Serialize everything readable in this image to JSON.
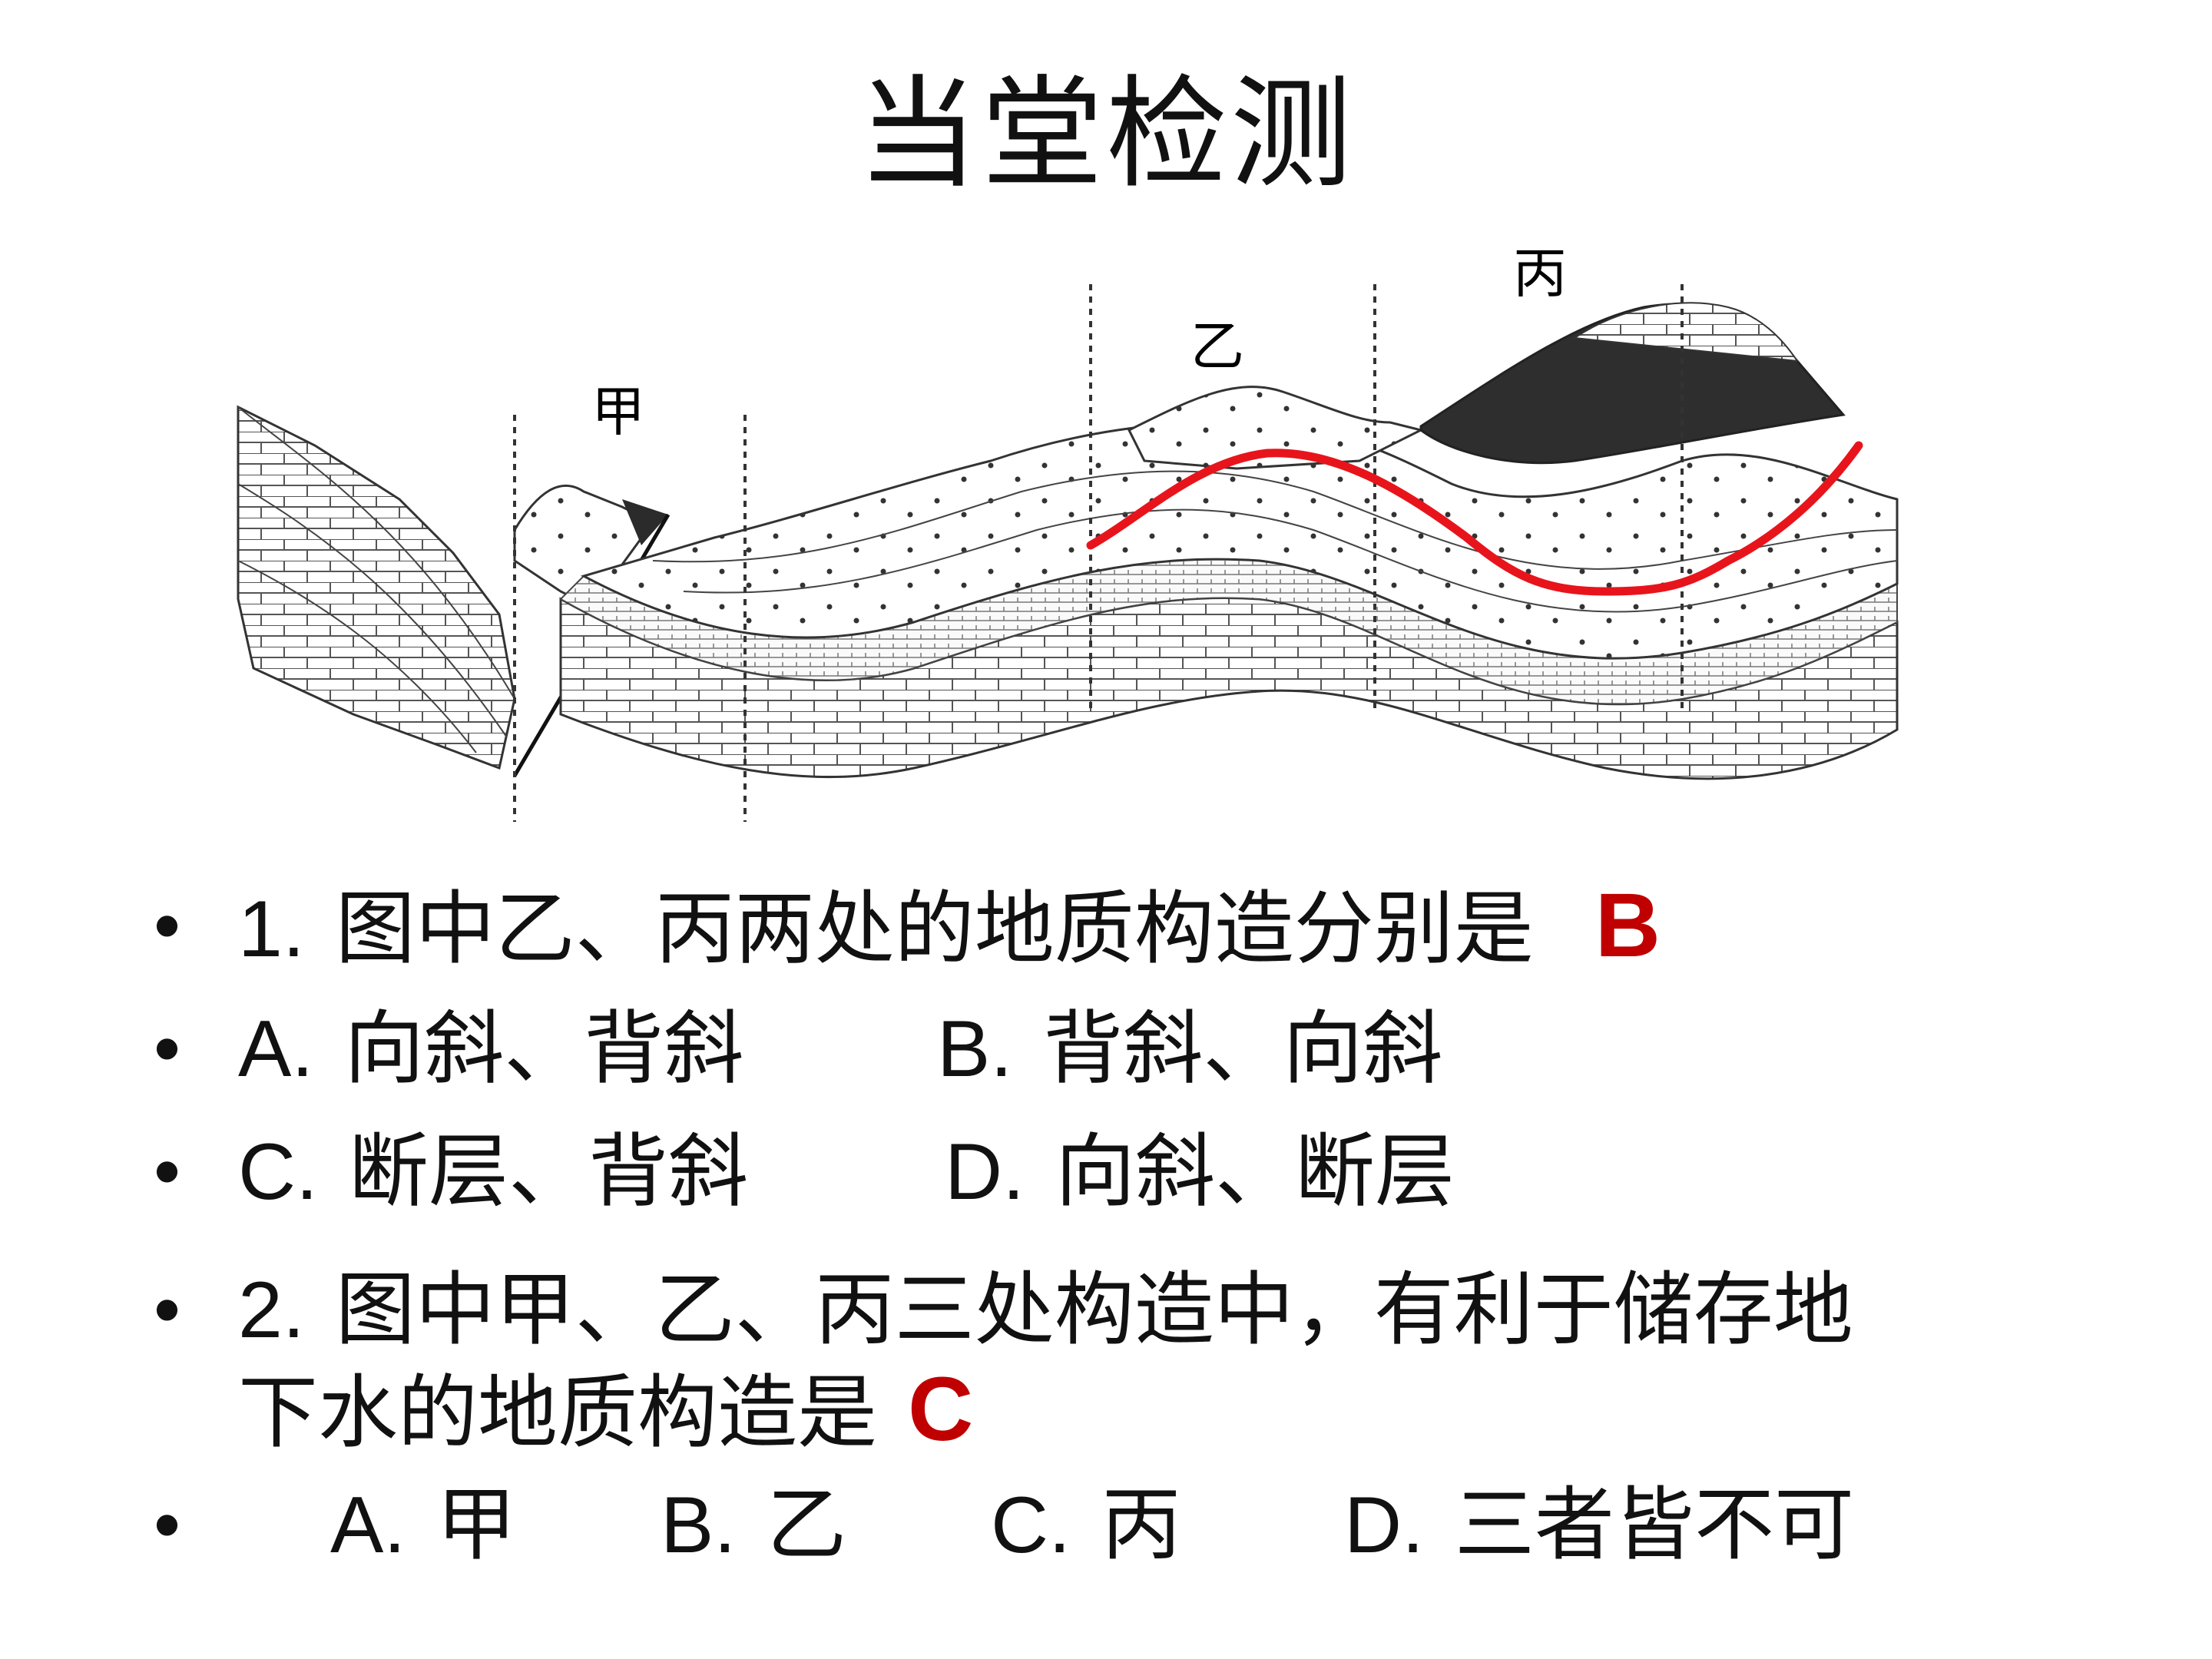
{
  "title": "当堂检测",
  "diagram": {
    "labels": {
      "jia": "甲",
      "yi": "乙",
      "bing": "丙"
    },
    "highlight_color": "#e8141c"
  },
  "questions": [
    {
      "num": "1.",
      "text": "图中乙、丙两处的地质构造分别是",
      "answer": "B"
    },
    {
      "optA_key": "A.",
      "optA_val": "向斜、背斜",
      "optB_key": "B.",
      "optB_val": "背斜、向斜"
    },
    {
      "optC_key": "C.",
      "optC_val": "断层、背斜",
      "optD_key": "D.",
      "optD_val": "向斜、断层"
    },
    {
      "num": "2.",
      "text": "图中甲、乙、丙三处构造中，有利于储存地",
      "text2": "下水的地质构造是",
      "answer": "C"
    },
    {
      "optA_key": "A.",
      "optA_val": "甲",
      "optB_key": "B.",
      "optB_val": "乙",
      "optC_key": "C.",
      "optC_val": "丙",
      "optD_key": "D.",
      "optD_val": "三者皆不可"
    }
  ],
  "answer_color": "#c00000"
}
